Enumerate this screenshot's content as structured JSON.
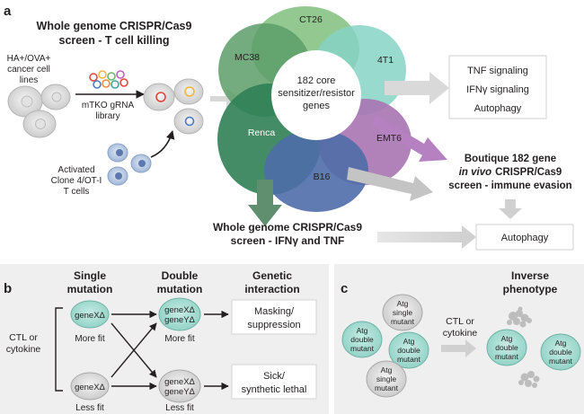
{
  "panel_a": {
    "label": "a",
    "title_line1": "Whole genome CRISPR/Cas9",
    "title_line2": "screen - T cell killing",
    "cancer_lines": [
      "HA+/OVA+",
      "cancer cell",
      "lines"
    ],
    "library": [
      "mTKO gRNA",
      "library"
    ],
    "tcells": [
      "Activated",
      "Clone 4/OT-I",
      "T cells"
    ],
    "petals": {
      "ct26": "CT26",
      "mc38": "MC38",
      "t41": "4T1",
      "renca": "Renca",
      "emt6": "EMT6",
      "b16": "B16"
    },
    "core": [
      "182 core",
      "sensitizer/resistor",
      "genes"
    ],
    "pathways": [
      "TNF signaling",
      "IFNγ signaling",
      "Autophagy"
    ],
    "boutique": [
      "Boutique 182 gene",
      "in vivo",
      "CRISPR/Cas9",
      "screen - immune evasion"
    ],
    "ifn_screen": [
      "Whole genome CRISPR/Cas9",
      "screen - IFNγ and TNF"
    ],
    "autophagy": "Autophagy"
  },
  "panel_b": {
    "label": "b",
    "col_single": [
      "Single",
      "mutation"
    ],
    "col_double": [
      "Double",
      "mutation"
    ],
    "col_interaction": [
      "Genetic",
      "interaction"
    ],
    "condition": [
      "CTL or",
      "cytokine"
    ],
    "single_cell": "geneXΔ",
    "double_cell": [
      "geneXΔ",
      "geneYΔ"
    ],
    "more_fit": "More fit",
    "less_fit": "Less fit",
    "masking": [
      "Masking/",
      "suppression"
    ],
    "sick": [
      "Sick/",
      "synthetic lethal"
    ]
  },
  "panel_c": {
    "label": "c",
    "title": [
      "Inverse",
      "phenotype"
    ],
    "atg_single": [
      "Atg",
      "single",
      "mutant"
    ],
    "atg_double": [
      "Atg",
      "double",
      "mutant"
    ],
    "condition": [
      "CTL or",
      "cytokine"
    ]
  },
  "colors": {
    "ct26": "#80c07c",
    "mc38": "#5c9d6a",
    "t41": "#86d3c5",
    "renca": "#2f7f55",
    "emt6": "#a873b3",
    "b16": "#4f6da8",
    "teal_cell": "#9fd8cd",
    "grey_cell": "#d4d4d4",
    "blue_cell": "#a9bfdc",
    "panel_bg": "#efefef"
  }
}
